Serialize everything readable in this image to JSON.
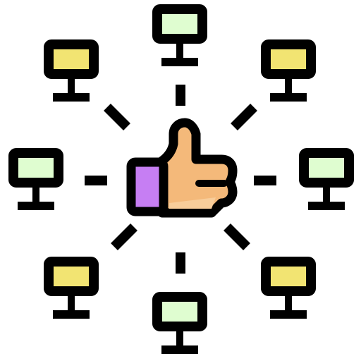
{
  "icon": {
    "name": "network-like-icon",
    "colors": {
      "outline": "#000000",
      "monitor_green": "#dffdd0",
      "monitor_yellow": "#f2e472",
      "thumb": "#f4b97a",
      "thumb_highlight": "#f8cd9a",
      "cuff": "#c67ef3",
      "background": "#ffffff"
    },
    "monitors": [
      {
        "name": "monitor-top",
        "screen": "green"
      },
      {
        "name": "monitor-top-right",
        "screen": "yellow"
      },
      {
        "name": "monitor-right",
        "screen": "green"
      },
      {
        "name": "monitor-bottom-right",
        "screen": "yellow"
      },
      {
        "name": "monitor-bottom",
        "screen": "green"
      },
      {
        "name": "monitor-bottom-left",
        "screen": "yellow"
      },
      {
        "name": "monitor-left",
        "screen": "green"
      },
      {
        "name": "monitor-top-left",
        "screen": "yellow"
      }
    ]
  }
}
